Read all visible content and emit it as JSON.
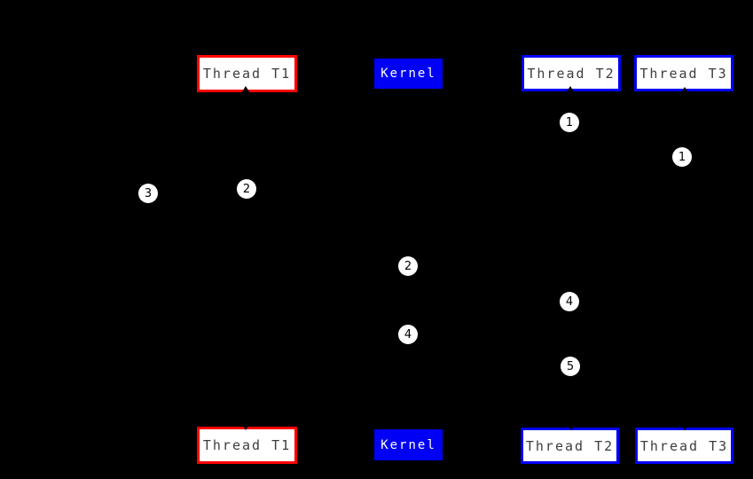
{
  "diagram": {
    "background": "#000000",
    "colors": {
      "thread_t1_border": "#ff0000",
      "thread_t2_t3_border": "#0000f5",
      "kernel_fill": "#0000f5",
      "box_fill": "#ffffff",
      "thread_text": "#3d3d3d",
      "kernel_text": "#ffffff",
      "marker_fill": "#ffffff",
      "marker_text": "#000000"
    },
    "top_row": {
      "thread_t1": "Thread T1",
      "kernel": "Kernel",
      "thread_t2": "Thread T2",
      "thread_t3": "Thread T3"
    },
    "bottom_row": {
      "thread_t1": "Thread T1",
      "kernel": "Kernel",
      "thread_t2": "Thread T2",
      "thread_t3": "Thread T3"
    },
    "markers": {
      "m1_under_t2": "1",
      "m1_under_t3": "1",
      "m2_under_t1": "2",
      "m3_left_of_t1": "3",
      "m2_kernel_lane": "2",
      "m4_kernel_lane": "4",
      "m4_t2_lane": "4",
      "m5_t2_lane": "5"
    }
  }
}
